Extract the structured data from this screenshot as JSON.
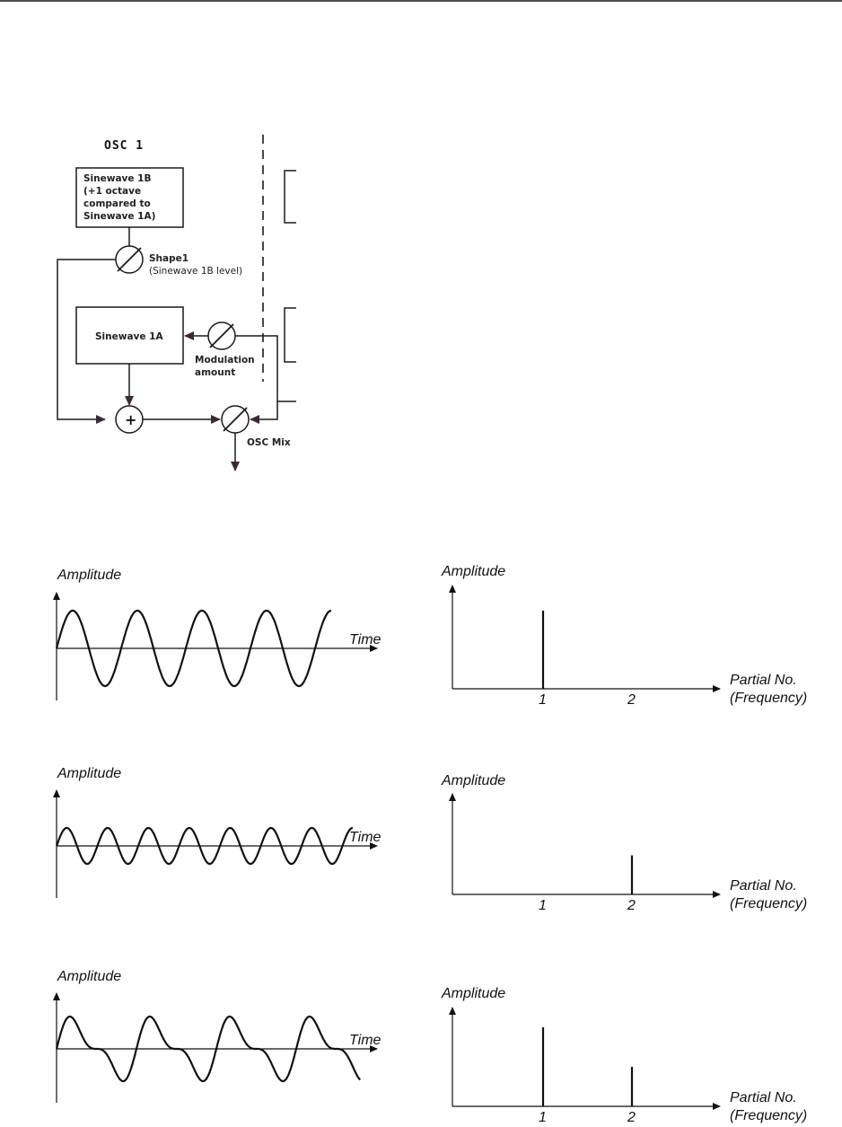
{
  "colors": {
    "line": "#1a1a1a",
    "arrow": "#3a2a35",
    "wave": "#111111"
  },
  "block_diagram": {
    "title": "OSC 1",
    "sinewave_1b_lines": [
      "Sinewave 1B",
      "(+1 octave",
      "compared to",
      "Sinewave 1A)"
    ],
    "sinewave_1a": "Sinewave 1A",
    "shape1_lines": [
      "Shape1",
      "(Sinewave 1B level)"
    ],
    "modulation_lines": [
      "Modulation",
      "amount"
    ],
    "osc_mix": "OSC Mix",
    "plus_sign": "+"
  },
  "panels": [
    {
      "time_plot": {
        "ylabel": "Amplitude",
        "xlabel": "Time",
        "waveform": "sine-1a",
        "icon": "sine-wave-icon"
      },
      "spectrum_plot": {
        "ylabel": "Amplitude",
        "xlabel_lines": [
          "Partial No.",
          "(Frequency)"
        ],
        "ticks": [
          "1",
          "2"
        ],
        "partial_levels": [
          1.0,
          0.0
        ]
      }
    },
    {
      "time_plot": {
        "ylabel": "Amplitude",
        "xlabel": "Time",
        "waveform": "sine-1b",
        "icon": "sine-wave-octave-icon"
      },
      "spectrum_plot": {
        "ylabel": "Amplitude",
        "xlabel_lines": [
          "Partial No.",
          "(Frequency)"
        ],
        "ticks": [
          "1",
          "2"
        ],
        "partial_levels": [
          0.0,
          0.5
        ]
      }
    },
    {
      "time_plot": {
        "ylabel": "Amplitude",
        "xlabel": "Time",
        "waveform": "sum-1a-1b",
        "icon": "combined-wave-icon"
      },
      "spectrum_plot": {
        "ylabel": "Amplitude",
        "xlabel_lines": [
          "Partial No.",
          "(Frequency)"
        ],
        "ticks": [
          "1",
          "2"
        ],
        "partial_levels": [
          1.0,
          0.5
        ]
      }
    }
  ]
}
